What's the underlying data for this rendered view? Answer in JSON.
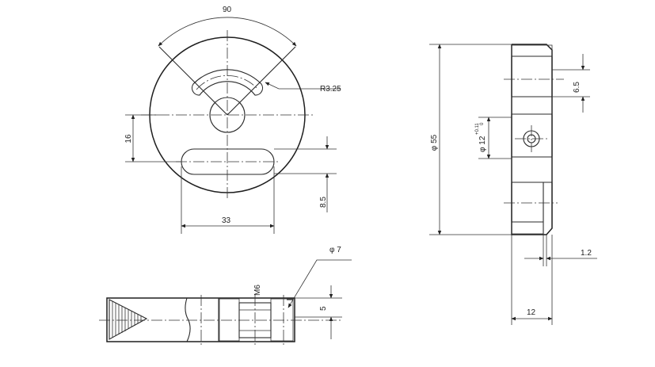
{
  "dimensions": {
    "angle": "90",
    "radius": "R3.25",
    "height_16": "16",
    "slot_length": "33",
    "offset_8_5": "8.5",
    "diameter_55": "φ 55",
    "depth_6_5": "6.5",
    "bore_diameter": "φ 12",
    "bore_tolerance": "+0.11",
    "bore_tolerance_zero": "0",
    "thickness_12": "12",
    "chamfer_1_2": "1.2",
    "hole_diameter_7": "φ 7",
    "thread_m6": "M6",
    "width_5": "5"
  },
  "colors": {
    "line": "#2a2a2a",
    "background": "#ffffff"
  }
}
